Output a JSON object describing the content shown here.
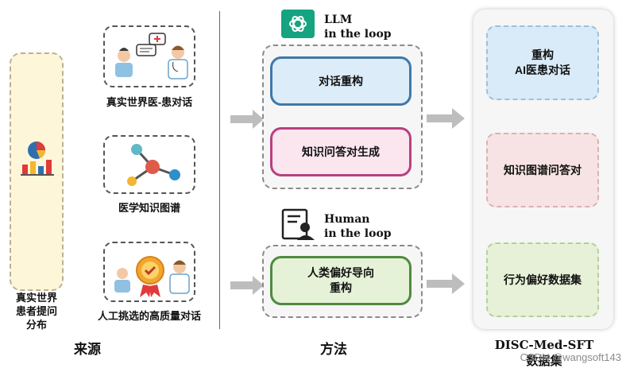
{
  "left": {
    "distribution_label": "真实世界\n患者提问\n分布",
    "sources": [
      {
        "label": "真实世界医-患对话"
      },
      {
        "label": "医学知识图谱"
      },
      {
        "label": "人工挑选的高质量对话"
      }
    ],
    "bottom_title": "来源"
  },
  "middle": {
    "llm_loop": "LLM\nin the loop",
    "human_loop": "Human\nin the loop",
    "methods": [
      {
        "label": "对话重构"
      },
      {
        "label": "知识问答对生成"
      },
      {
        "label": "人类偏好导向\n重构"
      }
    ],
    "bottom_title": "方法"
  },
  "right": {
    "outputs": [
      {
        "label": "重构\nAI医患对话"
      },
      {
        "label": "知识图谱问答对"
      },
      {
        "label": "行为偏好数据集"
      }
    ],
    "bottom_title": "DISC-Med-SFT\n数据集"
  },
  "watermark": "CSDN @wangsoft143",
  "colors": {
    "dialog_border": "#3f78a8",
    "dialog_fill": "#dcecf8",
    "kg_border": "#b8407e",
    "kg_fill": "#fbe6ef",
    "pref_border": "#4f8a3f",
    "pref_fill": "#e5f2d7",
    "out1_fill": "#d9ebf8",
    "out2_fill": "#f7e3e3",
    "out3_fill": "#e6f1d8",
    "left_fill": "#fdf6d8",
    "panel_bg": "#f6f6f6"
  }
}
